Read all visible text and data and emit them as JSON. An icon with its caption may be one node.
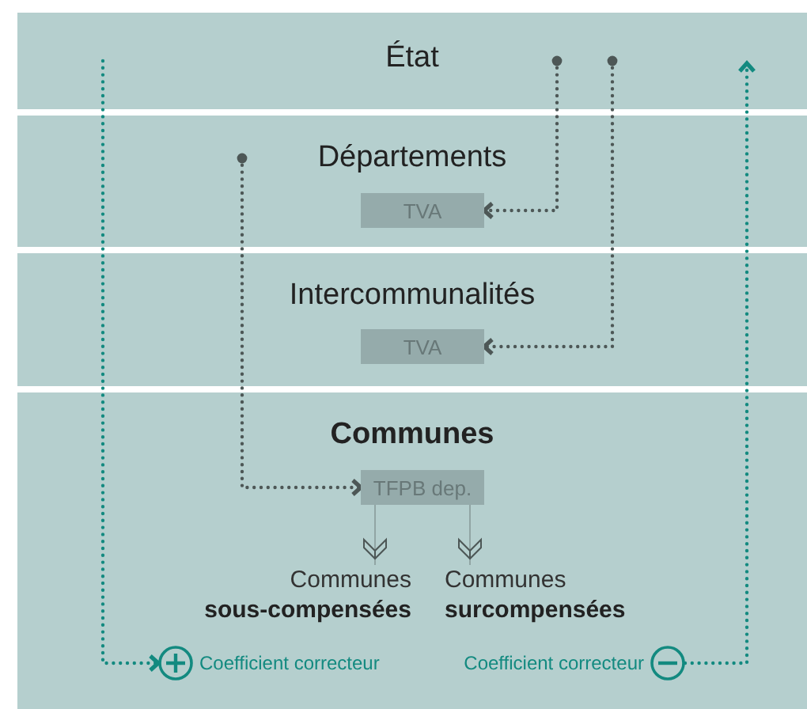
{
  "diagram": {
    "nodes": [
      {
        "text": [
          "État"
        ]
      },
      {
        "text": [
          "Départements"
        ]
      },
      {
        "text": [
          "TVA"
        ],
        "in": 1
      },
      {
        "text": [
          "Intercommunalités"
        ]
      },
      {
        "text": [
          "TVA"
        ],
        "in": 3
      },
      {
        "text": [
          "Communes"
        ]
      },
      {
        "text": [
          "TFPB dep."
        ],
        "in": 5
      },
      {
        "text": [
          "Communes **sous-compensées**"
        ],
        "in": 5
      },
      {
        "text": [
          "Communes **surcompensées**"
        ],
        "in": 5
      },
      {
        "text": [
          "Coefficient correcteur"
        ],
        "in": 5
      },
      {
        "text": [
          "Coefficient correcteur"
        ],
        "in": 5
      }
    ],
    "edges": [
      {
        "from": 0,
        "to": 2,
        "arrow": "to",
        "style": "dashed"
      },
      {
        "from": 0,
        "to": 4,
        "arrow": "to",
        "style": "dashed"
      },
      {
        "from": 1,
        "to": 6,
        "arrow": "to",
        "style": "dashed"
      },
      {
        "from": 6,
        "to": 7,
        "arrow": "to"
      },
      {
        "from": 6,
        "to": 8,
        "arrow": "to"
      },
      {
        "from": 0,
        "to": 9,
        "arrow": "to",
        "style": "dashed",
        "color": "#138a80"
      },
      {
        "from": 10,
        "to": 0,
        "arrow": "to",
        "style": "dashed",
        "color": "#138a80"
      }
    ]
  }
}
